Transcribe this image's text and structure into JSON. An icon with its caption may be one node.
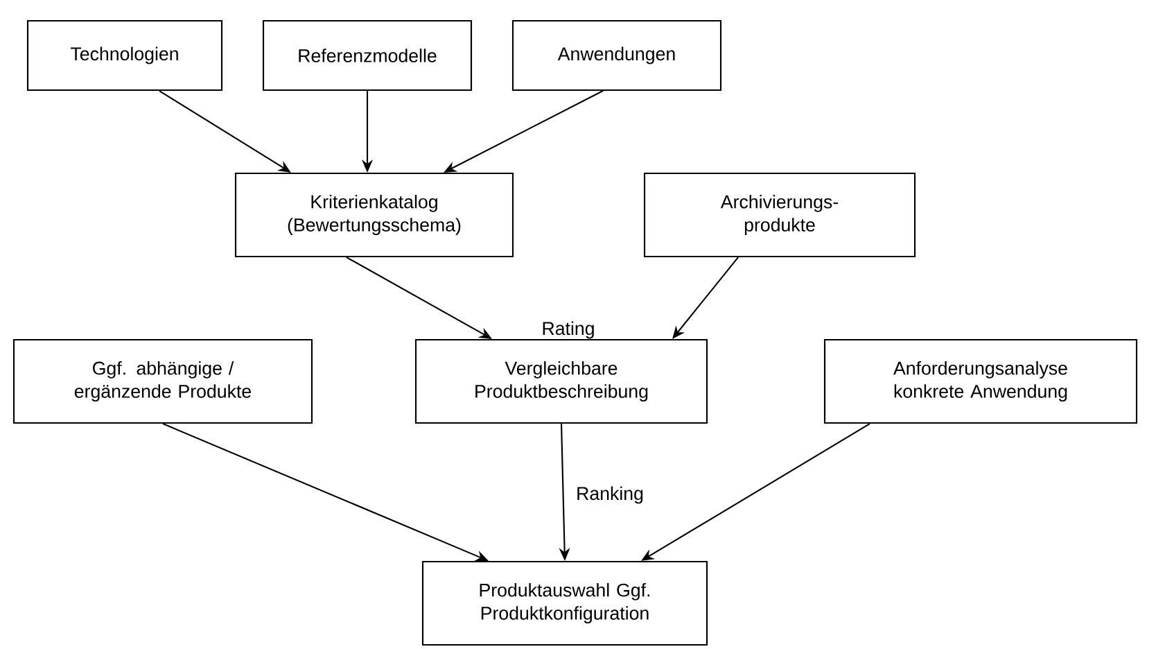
{
  "diagram": {
    "nodes": [
      {
        "text": [
          "Technologien"
        ]
      },
      {
        "text": [
          "Referenzmodelle"
        ]
      },
      {
        "text": [
          "Anwendungen"
        ]
      },
      {
        "text": [
          "Kriterienkatalog (Bewertungsschema)"
        ]
      },
      {
        "text": [
          "Archivierungs- produkte"
        ]
      },
      {
        "text": [
          "Ggf. abhängige / ergänzende Produkte"
        ]
      },
      {
        "text": [
          "Vergleichbare Produktbeschreibung"
        ]
      },
      {
        "text": [
          "Anforderungsanalyse konkrete Anwendung"
        ]
      },
      {
        "text": [
          "Produktauswahl Ggf. Produktkonfiguration"
        ]
      }
    ],
    "edges": [
      {
        "from": 0,
        "to": 3,
        "arrow": "to"
      },
      {
        "from": 1,
        "to": 3,
        "arrow": "to"
      },
      {
        "from": 2,
        "to": 3,
        "arrow": "to"
      },
      {
        "from": 3,
        "to": 6,
        "arrow": "to"
      },
      {
        "from": 4,
        "to": 6,
        "arrow": "to"
      },
      {
        "from": 5,
        "to": 8,
        "arrow": "to"
      },
      {
        "from": 6,
        "to": 8,
        "arrow": "to",
        "label": "Ranking"
      },
      {
        "from": 7,
        "to": 8,
        "arrow": "to"
      }
    ],
    "labels": [
      "Rating"
    ]
  }
}
